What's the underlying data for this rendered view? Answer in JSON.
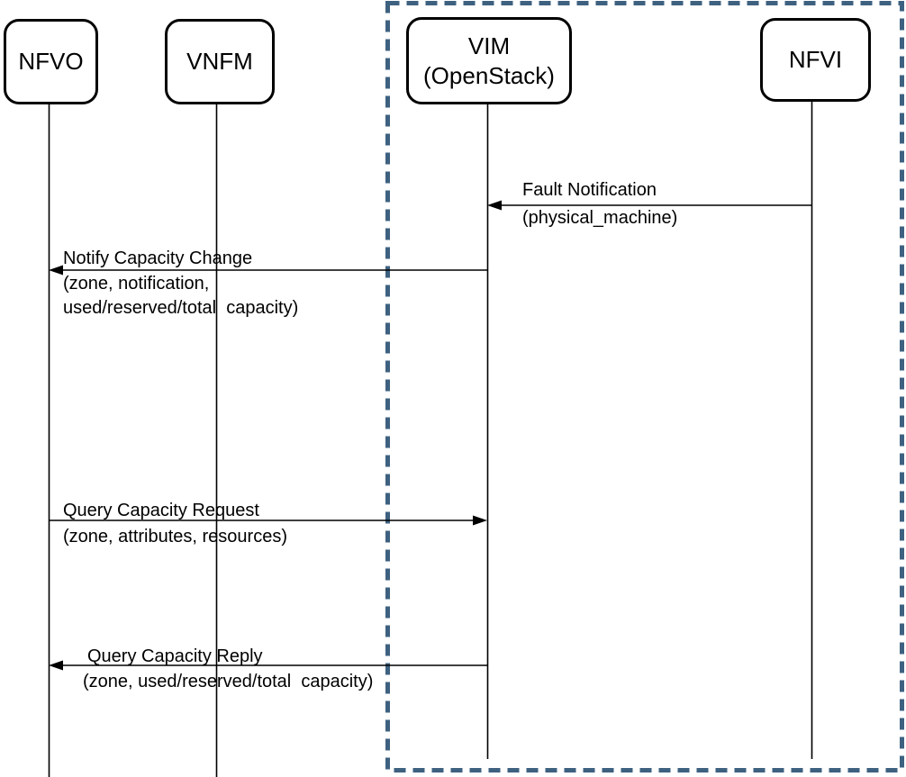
{
  "diagram": {
    "type": "sequence-diagram",
    "actors": [
      {
        "id": "nfvo",
        "label": "NFVO"
      },
      {
        "id": "vnfm",
        "label": "VNFM"
      },
      {
        "id": "vim",
        "label": "VIM",
        "label2": "(OpenStack)"
      },
      {
        "id": "nfvi",
        "label": "NFVI"
      }
    ],
    "boundary": {
      "encloses": [
        "VIM (OpenStack)",
        "NFVI"
      ],
      "style": "dashed",
      "color": "#3e6180"
    },
    "messages": [
      {
        "from": "NFVI",
        "to": "VIM (OpenStack)",
        "direction": "left",
        "lines": [
          "Fault Notification",
          "(physical_machine)"
        ]
      },
      {
        "from": "VIM (OpenStack)",
        "to": "NFVO",
        "direction": "left",
        "lines": [
          "Notify Capacity Change",
          "(zone, notification,",
          "used/reserved/total  capacity)"
        ]
      },
      {
        "from": "NFVO",
        "to": "VIM (OpenStack)",
        "direction": "right",
        "lines": [
          "Query Capacity Request",
          "(zone, attributes, resources)"
        ]
      },
      {
        "from": "VIM (OpenStack)",
        "to": "NFVO",
        "direction": "left",
        "lines": [
          "Query Capacity Reply",
          "(zone, used/reserved/total  capacity)"
        ]
      }
    ],
    "colors": {
      "line": "#000000",
      "boundary": "#3e6180",
      "background": "#ffffff"
    }
  }
}
